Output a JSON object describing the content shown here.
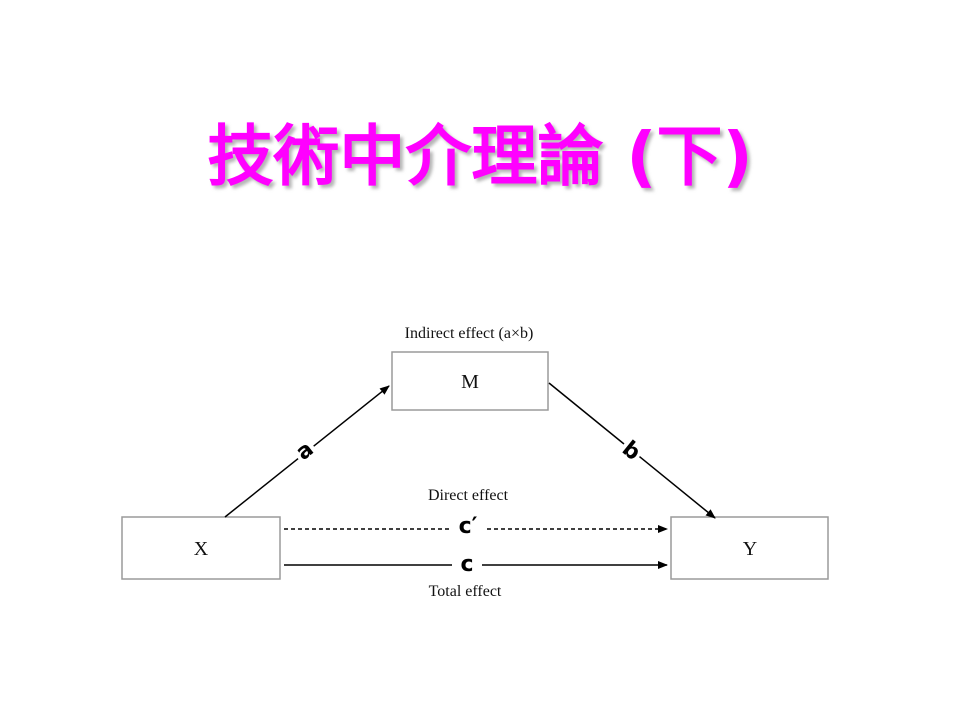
{
  "title": "技術中介理論 (下)",
  "diagram": {
    "nodes": {
      "x": "X",
      "m": "M",
      "y": "Y"
    },
    "paths": {
      "a": "a",
      "b": "b",
      "c_prime": "c′",
      "c": "c"
    },
    "captions": {
      "indirect": "Indirect effect (a×b)",
      "direct": "Direct effect",
      "total": "Total effect"
    }
  },
  "colors": {
    "title": "#ff00ff",
    "lines": "#000000",
    "box_border": "#9a9a9a"
  }
}
